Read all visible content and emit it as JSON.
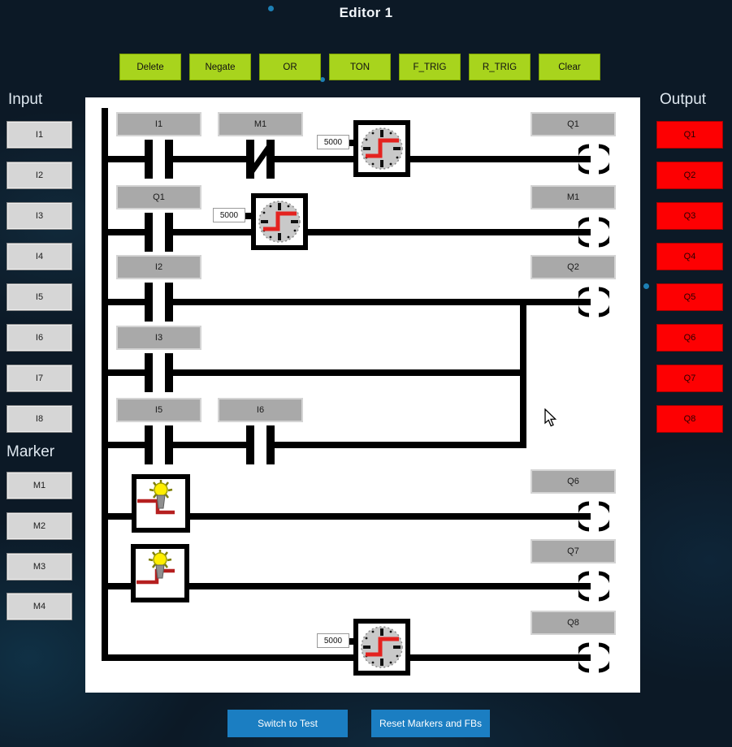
{
  "title": "Editor 1",
  "toolbar": {
    "buttons": [
      "Delete",
      "Negate",
      "OR",
      "TON",
      "F_TRIG",
      "R_TRIG",
      "Clear"
    ]
  },
  "inputs": {
    "heading": "Input",
    "items": [
      "I1",
      "I2",
      "I3",
      "I4",
      "I5",
      "I6",
      "I7",
      "I8"
    ]
  },
  "markers": {
    "heading": "Marker",
    "items": [
      "M1",
      "M2",
      "M3",
      "M4"
    ]
  },
  "outputs": {
    "heading": "Output",
    "items": [
      "Q1",
      "Q2",
      "Q3",
      "Q4",
      "Q5",
      "Q6",
      "Q7",
      "Q8"
    ]
  },
  "footer": {
    "switch_to_test": "Switch to Test",
    "reset_markers": "Reset Markers and FBs"
  },
  "ladder": {
    "rung1": {
      "contact1": "I1",
      "contact2": "M1",
      "contact2_negated": true,
      "timer_value": "5000",
      "timer_type": "TON",
      "coil_label": "Q1"
    },
    "rung2": {
      "contact1": "Q1",
      "timer_value": "5000",
      "timer_type": "TON",
      "coil_label": "M1"
    },
    "rung3": {
      "contact1": "I2",
      "coil_label": "Q2"
    },
    "rung4": {
      "contact1": "I3",
      "joins": "or-branch"
    },
    "rung5": {
      "contact1": "I5",
      "contact2": "I6",
      "joins": "or-branch"
    },
    "rung6": {
      "block": "F_TRIG",
      "coil_label": "Q6"
    },
    "rung7": {
      "block": "R_TRIG",
      "coil_label": "Q7"
    },
    "rung8": {
      "timer_value": "5000",
      "timer_type": "TON",
      "coil_label": "Q8"
    }
  },
  "colors": {
    "background": "#0c1926",
    "toolbar_button": "#a8d41d",
    "output_button": "#fd0002",
    "side_button": "#d6d6d6",
    "footer_button": "#1b7ec2",
    "canvas": "#ffffff",
    "wire": "#000000",
    "label_box": "#a9a9a9",
    "waveform_red": "#e42320"
  }
}
